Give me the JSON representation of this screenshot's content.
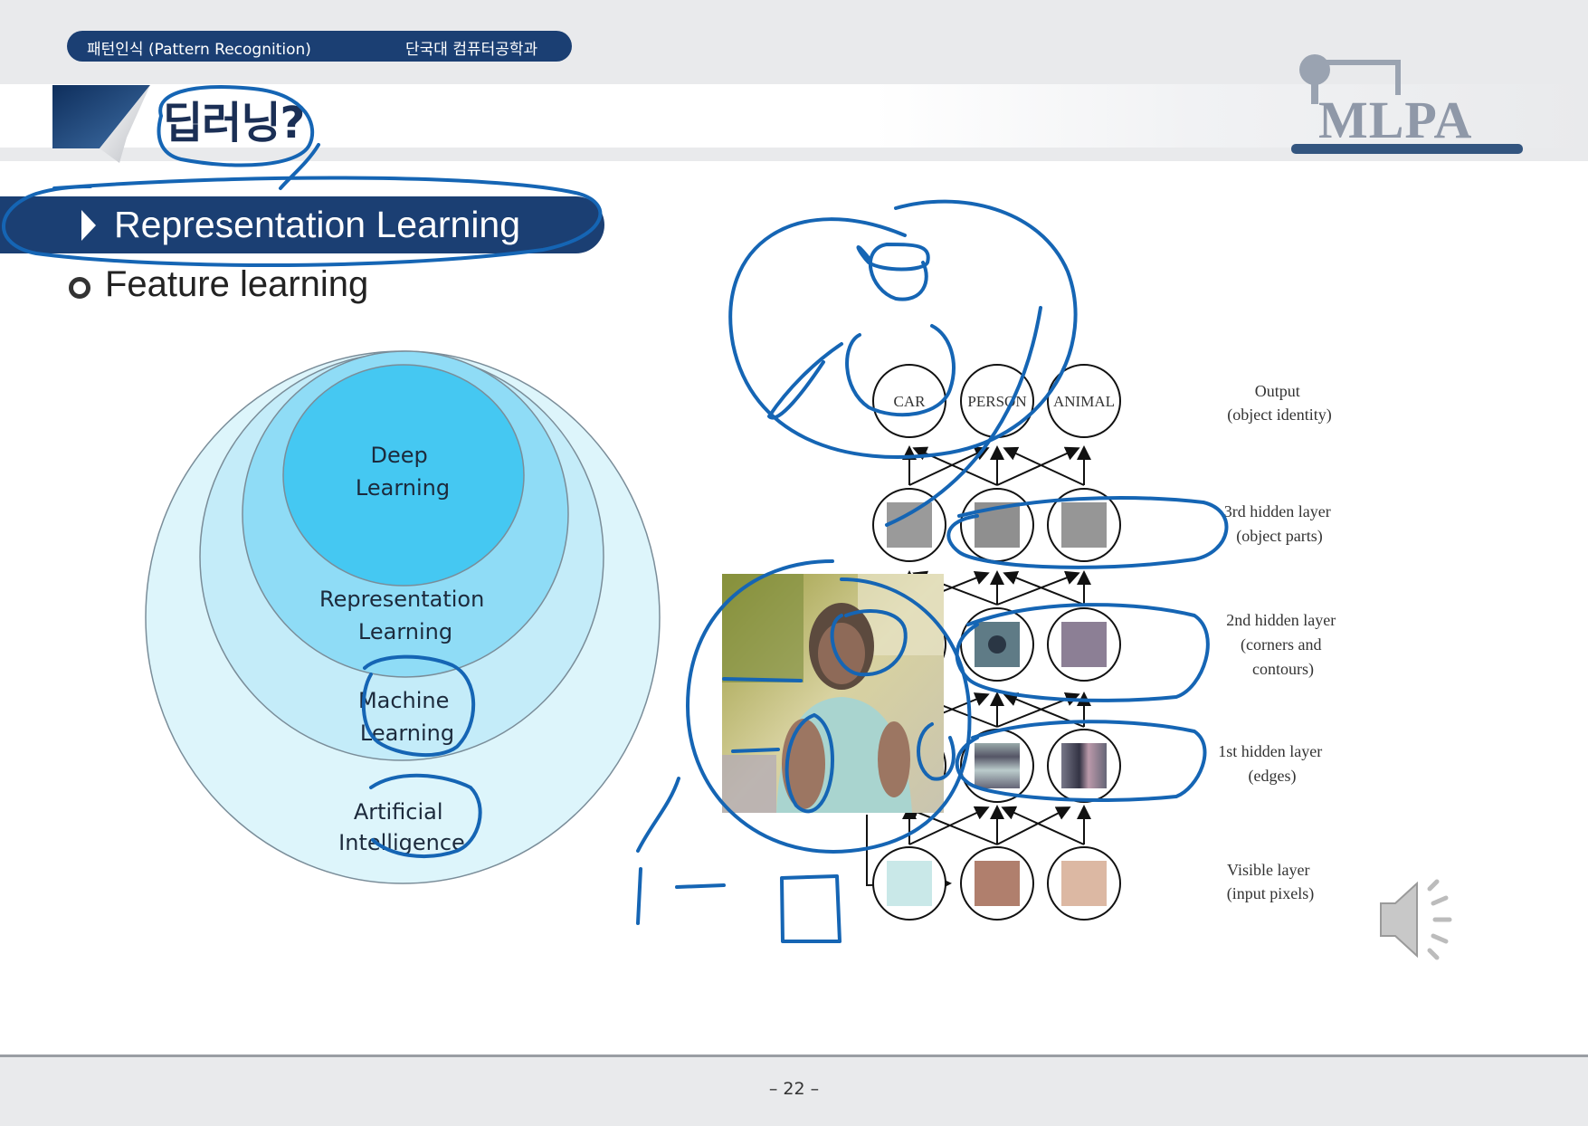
{
  "header": {
    "course_label": "패턴인식 (Pattern Recognition)",
    "department_label": "단국대 컴퓨터공학과"
  },
  "slide": {
    "title": "딥러닝?",
    "section_title": "Representation Learning",
    "bullet": "Feature learning",
    "logo_text": "MLPA"
  },
  "venn": {
    "labels": [
      {
        "id": "deep",
        "lines": [
          "Deep",
          "Learning"
        ]
      },
      {
        "id": "representation",
        "lines": [
          "Representation",
          "Learning"
        ]
      },
      {
        "id": "machine",
        "lines": [
          "Machine",
          "Learning"
        ]
      },
      {
        "id": "ai",
        "lines": [
          "Artificial",
          "Intelligence"
        ]
      }
    ],
    "colors": [
      "#ddf5fb",
      "#c4ecf9",
      "#8fdcf6",
      "#45c8f2"
    ]
  },
  "network": {
    "output_nodes": [
      "CAR",
      "PERSON",
      "ANIMAL"
    ],
    "layers": [
      {
        "id": "output",
        "lines": [
          "Output",
          "(object identity)"
        ]
      },
      {
        "id": "hidden3",
        "lines": [
          "3rd hidden layer",
          "(object parts)"
        ]
      },
      {
        "id": "hidden2",
        "lines": [
          "2nd hidden layer",
          "(corners and",
          "contours)"
        ]
      },
      {
        "id": "hidden1",
        "lines": [
          "1st hidden layer",
          "(edges)"
        ]
      },
      {
        "id": "visible",
        "lines": [
          "Visible layer",
          "(input pixels)"
        ]
      }
    ],
    "pixel_colors": [
      "#c9e8e8",
      "#b07f6d",
      "#dcb8a3"
    ]
  },
  "footer": {
    "page_number": "– 22 –"
  },
  "icons": [
    "speaker-icon",
    "bullet-icon",
    "corner-fold-icon"
  ],
  "ink_color": "#1565b4"
}
